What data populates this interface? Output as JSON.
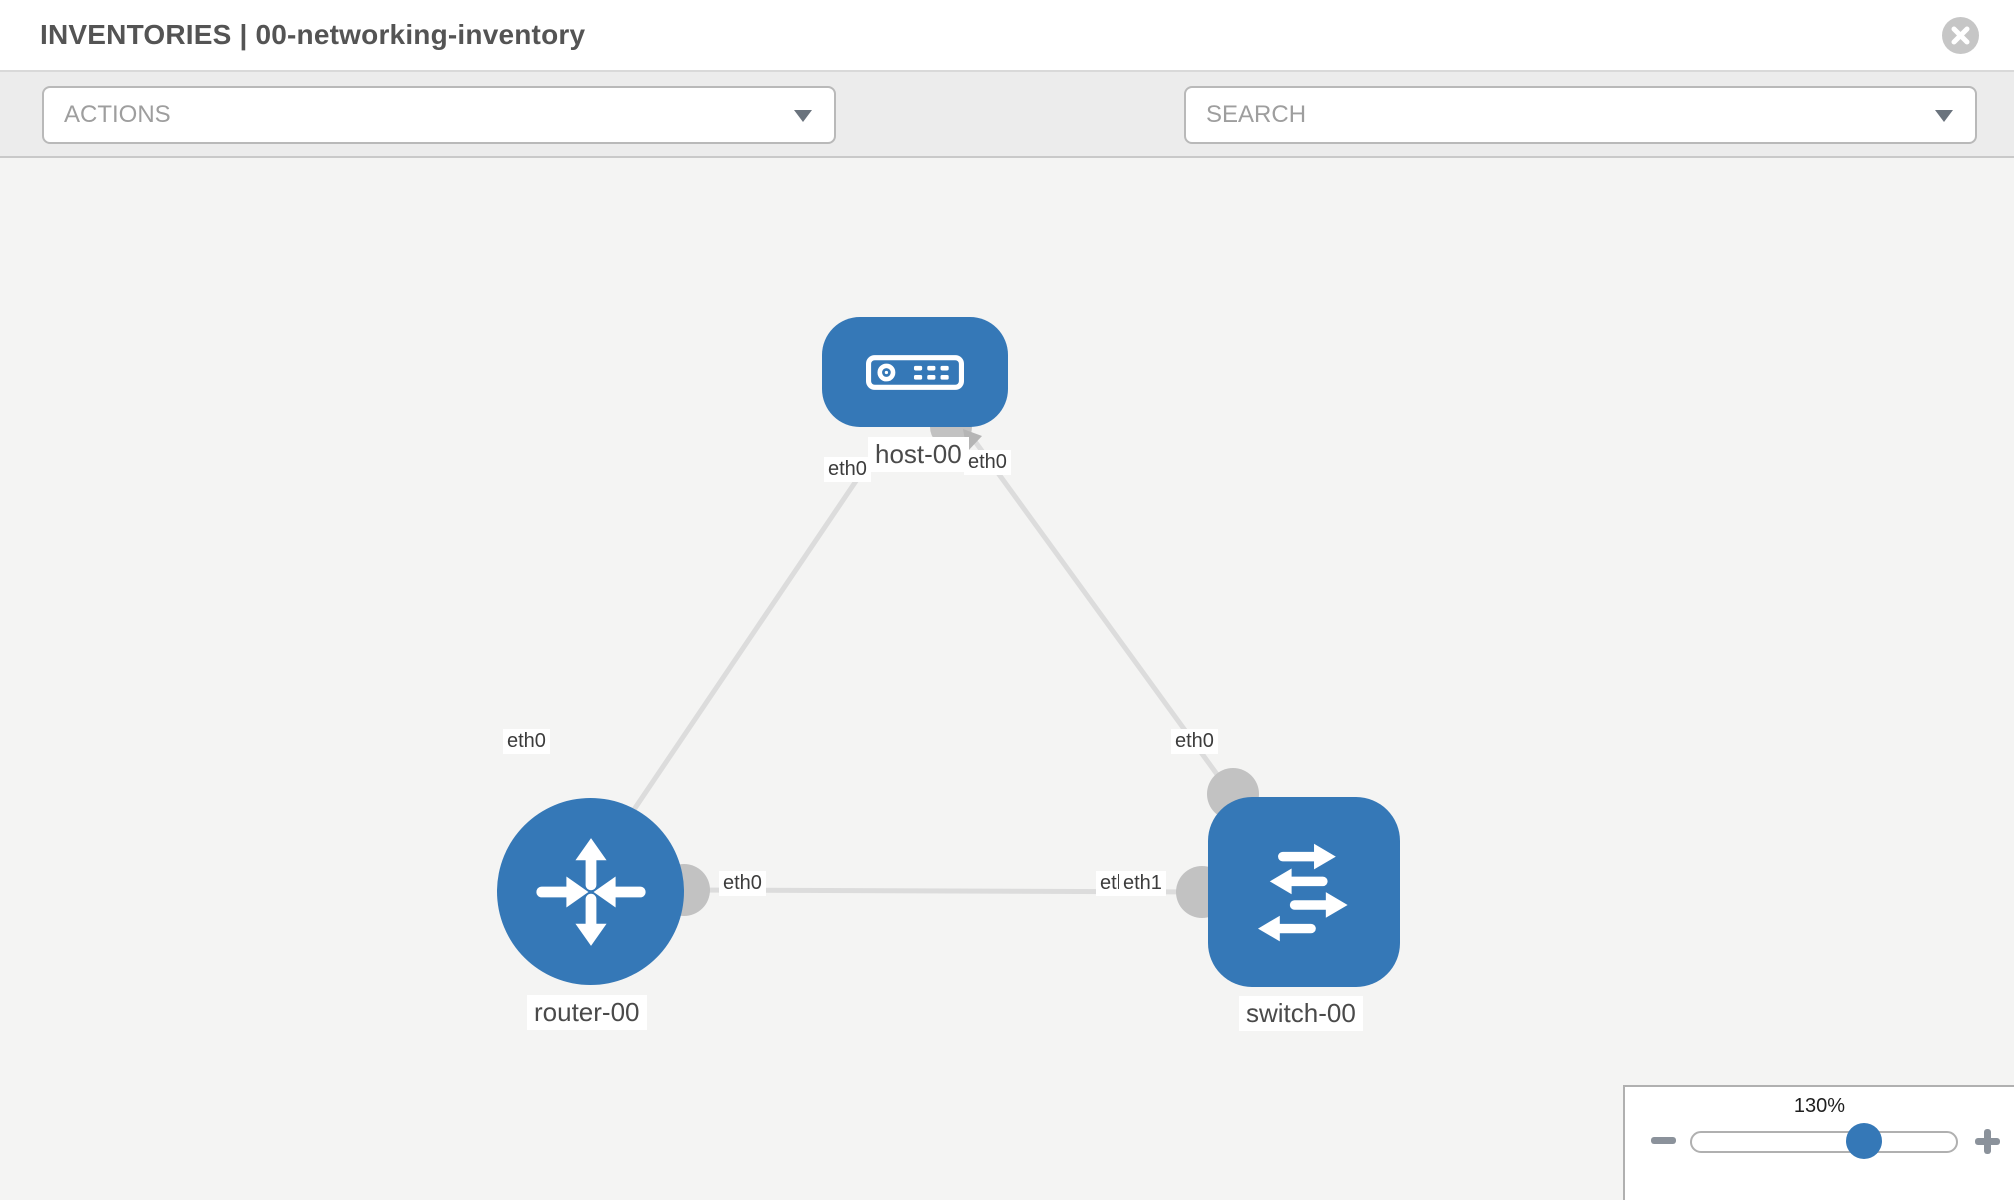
{
  "header": {
    "title": "INVENTORIES | 00-networking-inventory"
  },
  "toolbar": {
    "actions_label": "ACTIONS",
    "search_placeholder": "SEARCH",
    "icons": [
      "wrench-icon",
      "key-icon"
    ]
  },
  "diagram": {
    "nodes": [
      {
        "id": "host-00",
        "type": "host",
        "label": "host-00"
      },
      {
        "id": "router-00",
        "type": "router",
        "label": "router-00"
      },
      {
        "id": "switch-00",
        "type": "switch",
        "label": "switch-00"
      }
    ],
    "links": [
      {
        "from": "host-00",
        "from_interface": "eth0",
        "to": "router-00",
        "to_interface": "eth0"
      },
      {
        "from": "host-00",
        "from_interface": "eth0",
        "to": "switch-00",
        "to_interface": "eth0"
      },
      {
        "from": "router-00",
        "from_interface": "eth0",
        "to": "switch-00",
        "to_interface": "eth1"
      }
    ],
    "interface_labels": [
      {
        "id": "host-to-router-at-host",
        "text": "eth0"
      },
      {
        "id": "host-to-switch-at-host",
        "text": "eth0"
      },
      {
        "id": "host-to-router-at-router",
        "text": "eth0"
      },
      {
        "id": "host-to-switch-at-switch",
        "text": "eth0"
      },
      {
        "id": "router-to-switch-at-router",
        "text": "eth0"
      },
      {
        "id": "router-to-switch-at-switch-bg",
        "text": "eth0"
      },
      {
        "id": "router-to-switch-at-switch",
        "text": "eth1"
      }
    ]
  },
  "zoom_control": {
    "level": "130%"
  },
  "colors": {
    "node_blue": "#3578b7",
    "link_gray": "#dcdcdc",
    "interface_gray": "#c2c2c2",
    "icon_gray": "#8b929b",
    "toolbar_bg": "#ececec",
    "canvas_bg": "#f4f4f3"
  }
}
